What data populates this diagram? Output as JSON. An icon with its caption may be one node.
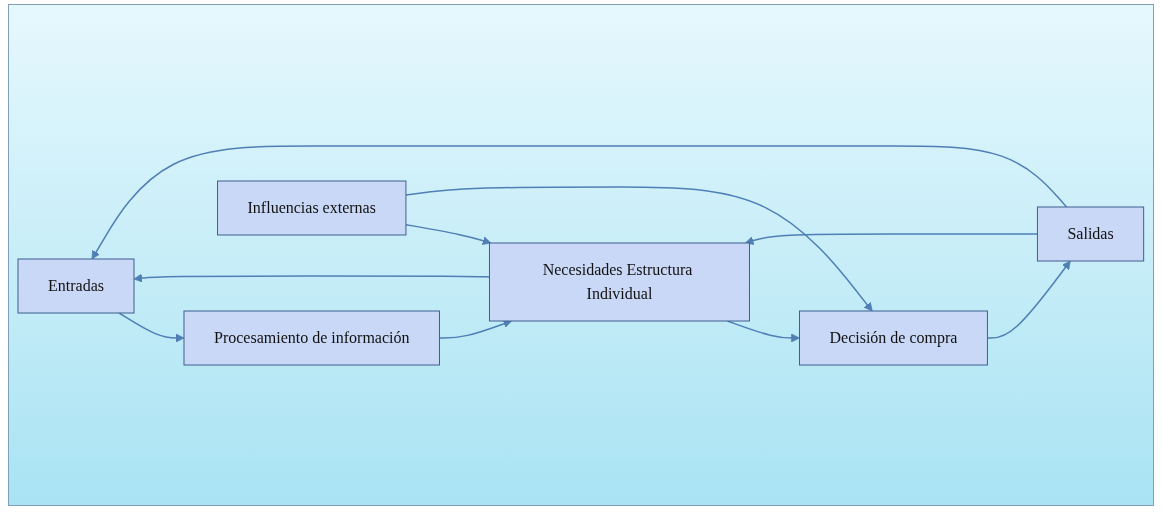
{
  "diagram": {
    "nodes": [
      {
        "text": [
          "Entradas"
        ]
      },
      {
        "text": [
          "Procesamiento de información"
        ]
      },
      {
        "text": [
          "Necesidades Estructura Individual"
        ]
      },
      {
        "text": [
          "Influencias externas"
        ]
      },
      {
        "text": [
          "Decisión de compra"
        ]
      },
      {
        "text": [
          "Salidas"
        ]
      }
    ],
    "edges": [
      {
        "from": 2,
        "to": 0,
        "arrow": "to"
      },
      {
        "from": 0,
        "to": 1,
        "arrow": "to"
      },
      {
        "from": 1,
        "to": 2,
        "arrow": "to"
      },
      {
        "from": 5,
        "to": 2,
        "arrow": "to"
      },
      {
        "from": 3,
        "to": 2,
        "arrow": "to"
      },
      {
        "from": 2,
        "to": 4,
        "arrow": "to"
      },
      {
        "from": 3,
        "to": 4,
        "arrow": "to"
      },
      {
        "from": 4,
        "to": 5,
        "arrow": "to"
      },
      {
        "from": 5,
        "to": 0,
        "arrow": "to"
      }
    ]
  }
}
